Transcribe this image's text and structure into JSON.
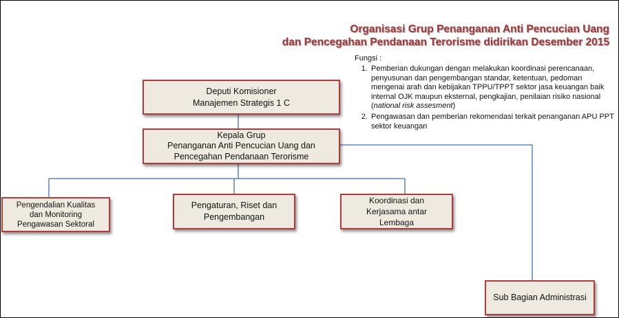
{
  "title": {
    "line1": "Organisasi Grup Penanganan Anti Pencucian Uang",
    "line2": "dan Pencegahan Pendanaan Terorisme didirikan Desember 2015"
  },
  "fungsi": {
    "heading": "Fungsi :",
    "items": [
      {
        "text": "Pemberian dukungan dengan melakukan koordinasi perencanaan, penyusunan dan pengembangan standar, ketentuan, pedoman mengenai arah dan kebijakan TPPU/TPPT sektor jasa keuangan baik internal OJK maupun eksternal, pengkajian, penilaian risiko nasional (",
        "italic": "national risk assesment",
        "suffix": ")"
      },
      {
        "text": "Pengawasan dan pemberian rekomendasi terkait penanganan APU PPT sektor keuangan",
        "italic": "",
        "suffix": ""
      }
    ]
  },
  "boxes": {
    "deputi": {
      "line1": "Deputi Komisioner",
      "line2": "Manajemen Strategis 1 C"
    },
    "kepala": {
      "line1": "Kepala Grup",
      "line2": "Penanganan Anti Pencucian Uang dan",
      "line3": "Pencegahan Pendanaan Terorisme"
    },
    "pengendalian": {
      "line1": "Pengendalian Kualitas",
      "line2": "dan Monitoring",
      "line3": "Pengawasan Sektoral"
    },
    "pengaturan": {
      "line1": "Pengaturan, Riset dan",
      "line2": "Pengembangan"
    },
    "koordinasi": {
      "line1": "Koordinasi dan",
      "line2": "Kerjasama antar",
      "line3": "Lembaga"
    },
    "subbagian": {
      "line1": "Sub Bagian Administrasi"
    }
  },
  "colors": {
    "title": "#a0393a",
    "box_border": "#b23a3d",
    "box_fill": "#efeae0",
    "connector": "#3f6fb0"
  }
}
